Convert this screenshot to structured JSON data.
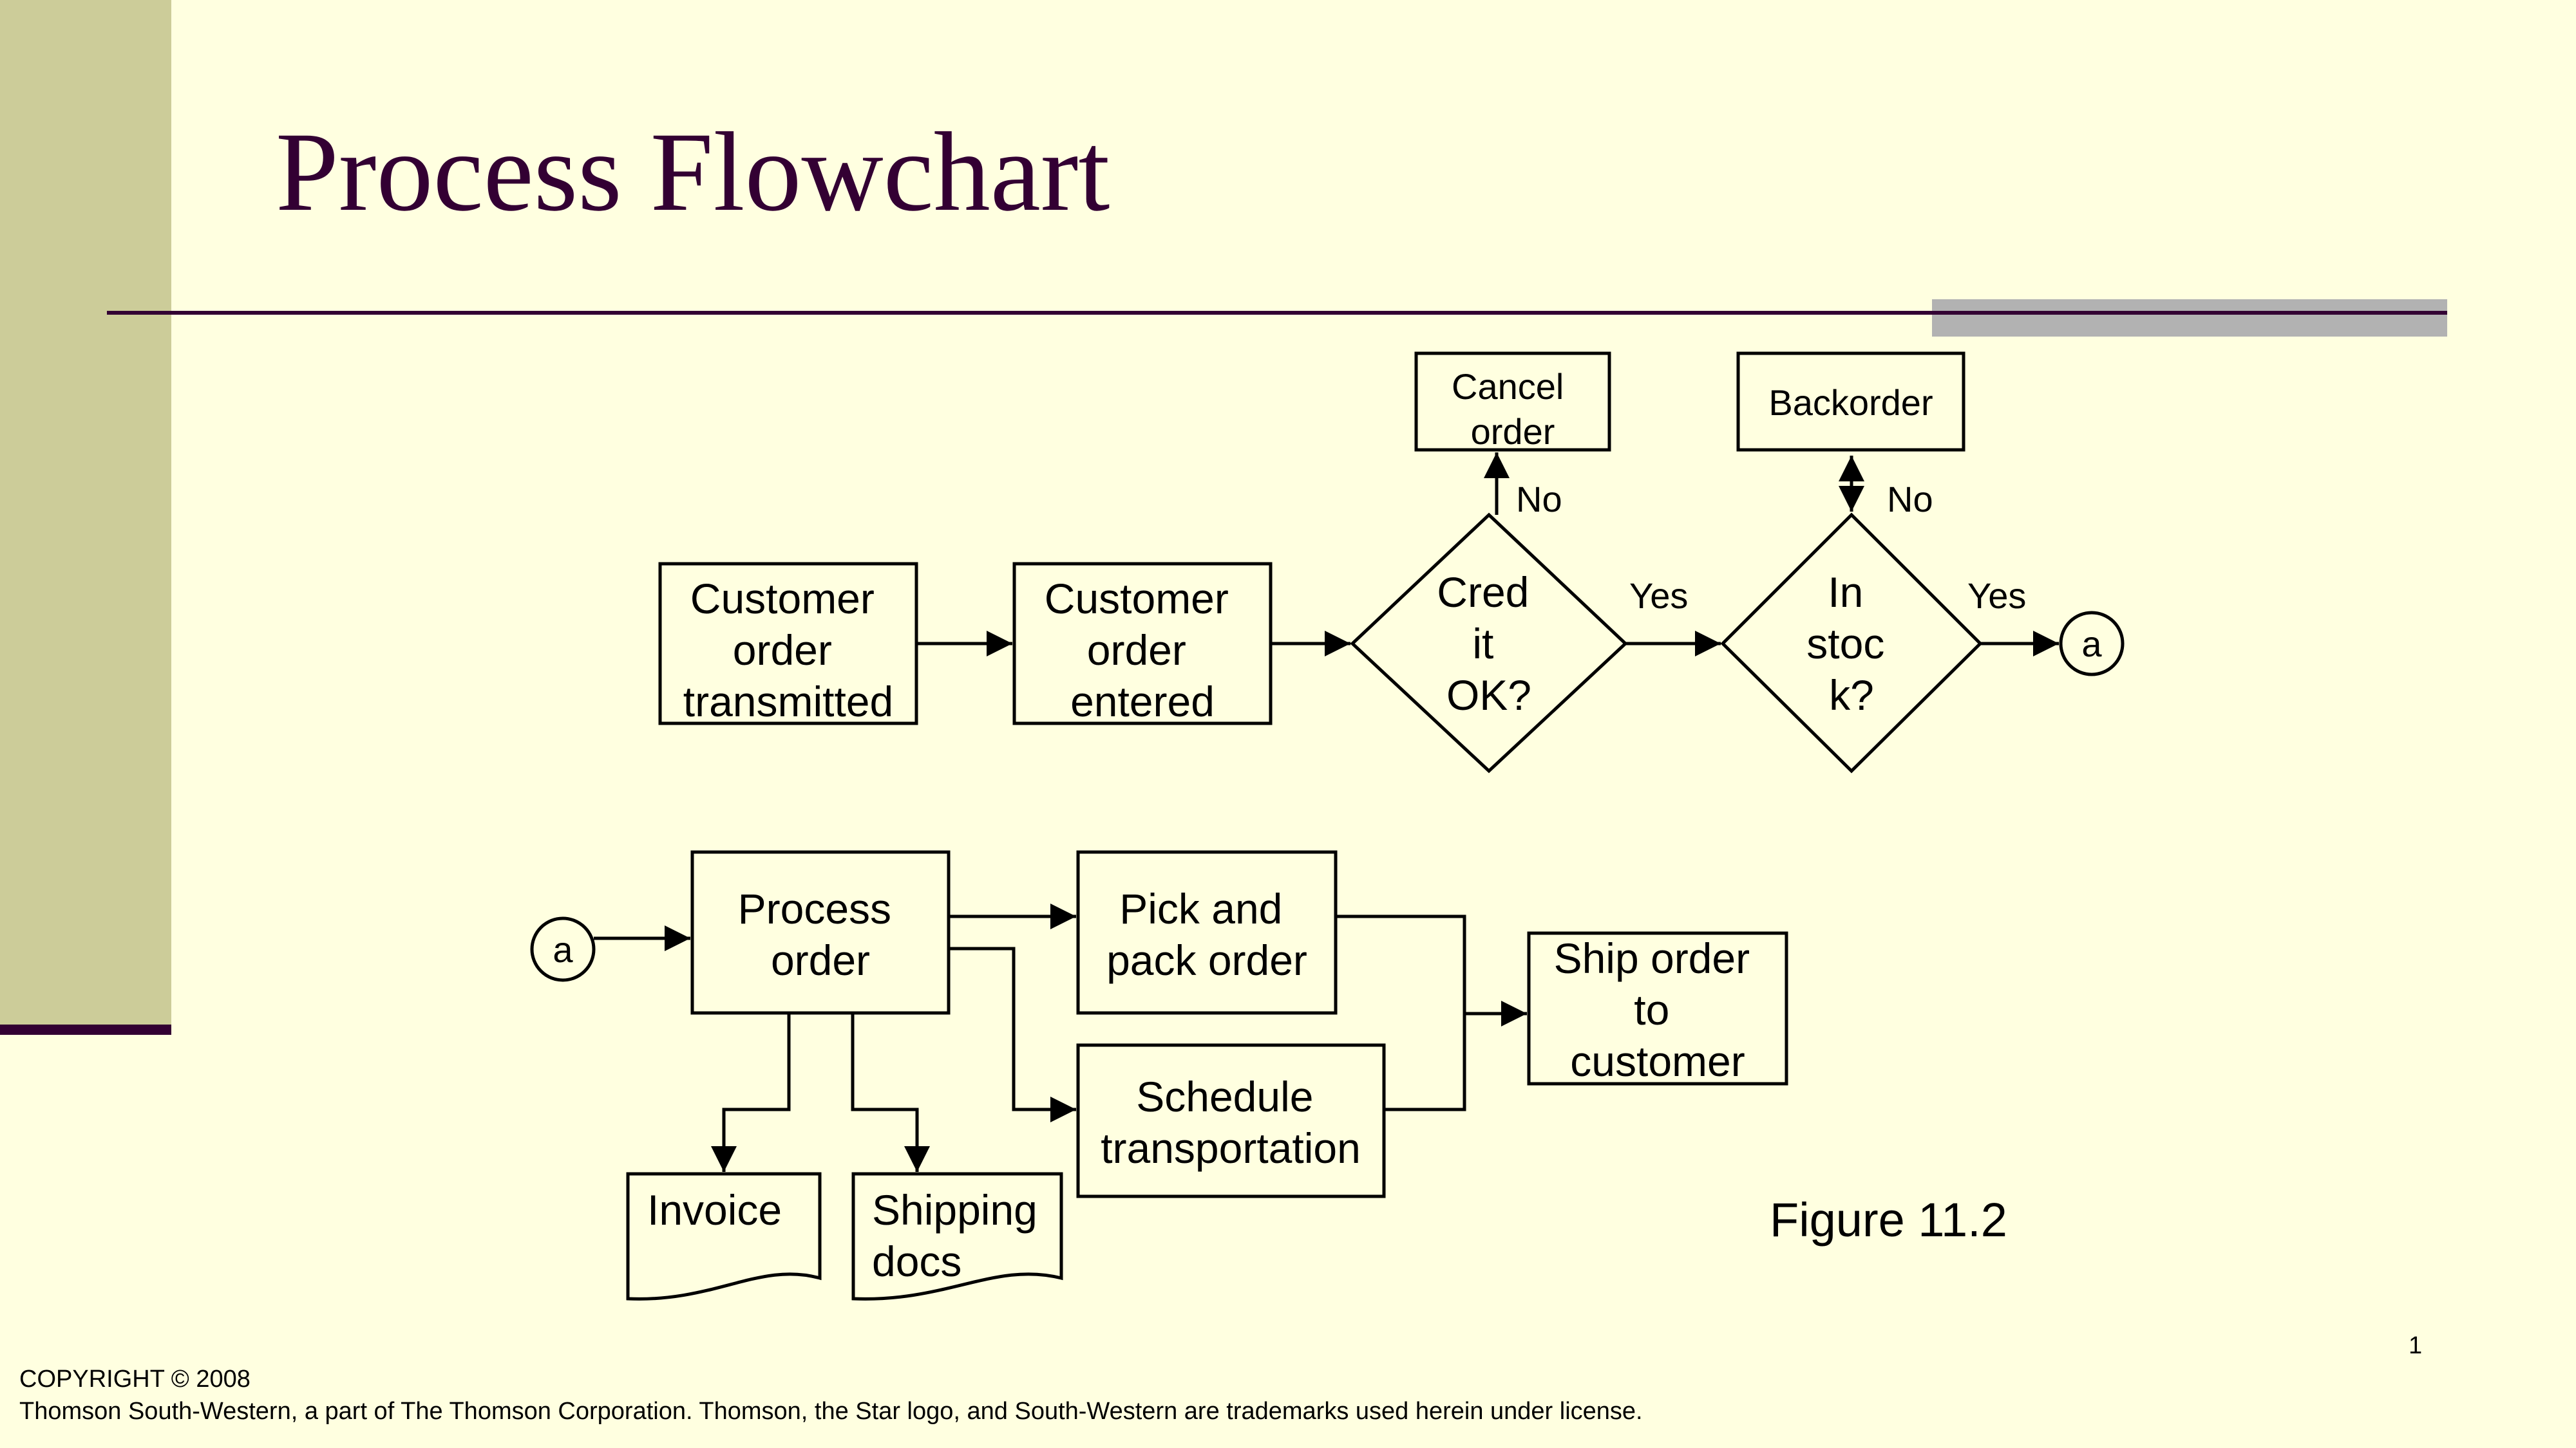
{
  "slide": {
    "title": "Process Flowchart",
    "figure_label": "Figure 11.2",
    "slide_number": "1",
    "copyright_line1": "COPYRIGHT © 2008",
    "copyright_line2": "Thomson South-Western, a part of The Thomson Corporation. Thomson, the Star logo, and South-Western are trademarks used herein under license."
  },
  "colors": {
    "background": "#ffffe0",
    "sidebar": "#cccc99",
    "title": "#330033",
    "accent_bar": "#b2b2b2"
  },
  "flowchart": {
    "nodes": {
      "customer_order_transmitted": [
        "Customer",
        "order",
        "transmitted"
      ],
      "customer_order_entered": [
        "Customer",
        "order",
        "entered"
      ],
      "credit_ok": [
        "Cred",
        "it",
        "OK?"
      ],
      "in_stock": [
        "In",
        "stoc",
        "k?"
      ],
      "cancel_order": [
        "Cancel",
        "order"
      ],
      "backorder": [
        "Backorder"
      ],
      "connector_out": "a",
      "connector_in": "a",
      "process_order": [
        "Process",
        "order"
      ],
      "pick_and_pack": [
        "Pick and",
        "pack order"
      ],
      "schedule_transportation": [
        "Schedule",
        "transportation"
      ],
      "ship_order": [
        "Ship order",
        "to",
        "customer"
      ],
      "invoice": [
        "Invoice"
      ],
      "shipping_docs": [
        "Shipping",
        "docs"
      ]
    },
    "edge_labels": {
      "credit_yes": "Yes",
      "credit_no": "No",
      "stock_yes": "Yes",
      "stock_no": "No"
    }
  }
}
